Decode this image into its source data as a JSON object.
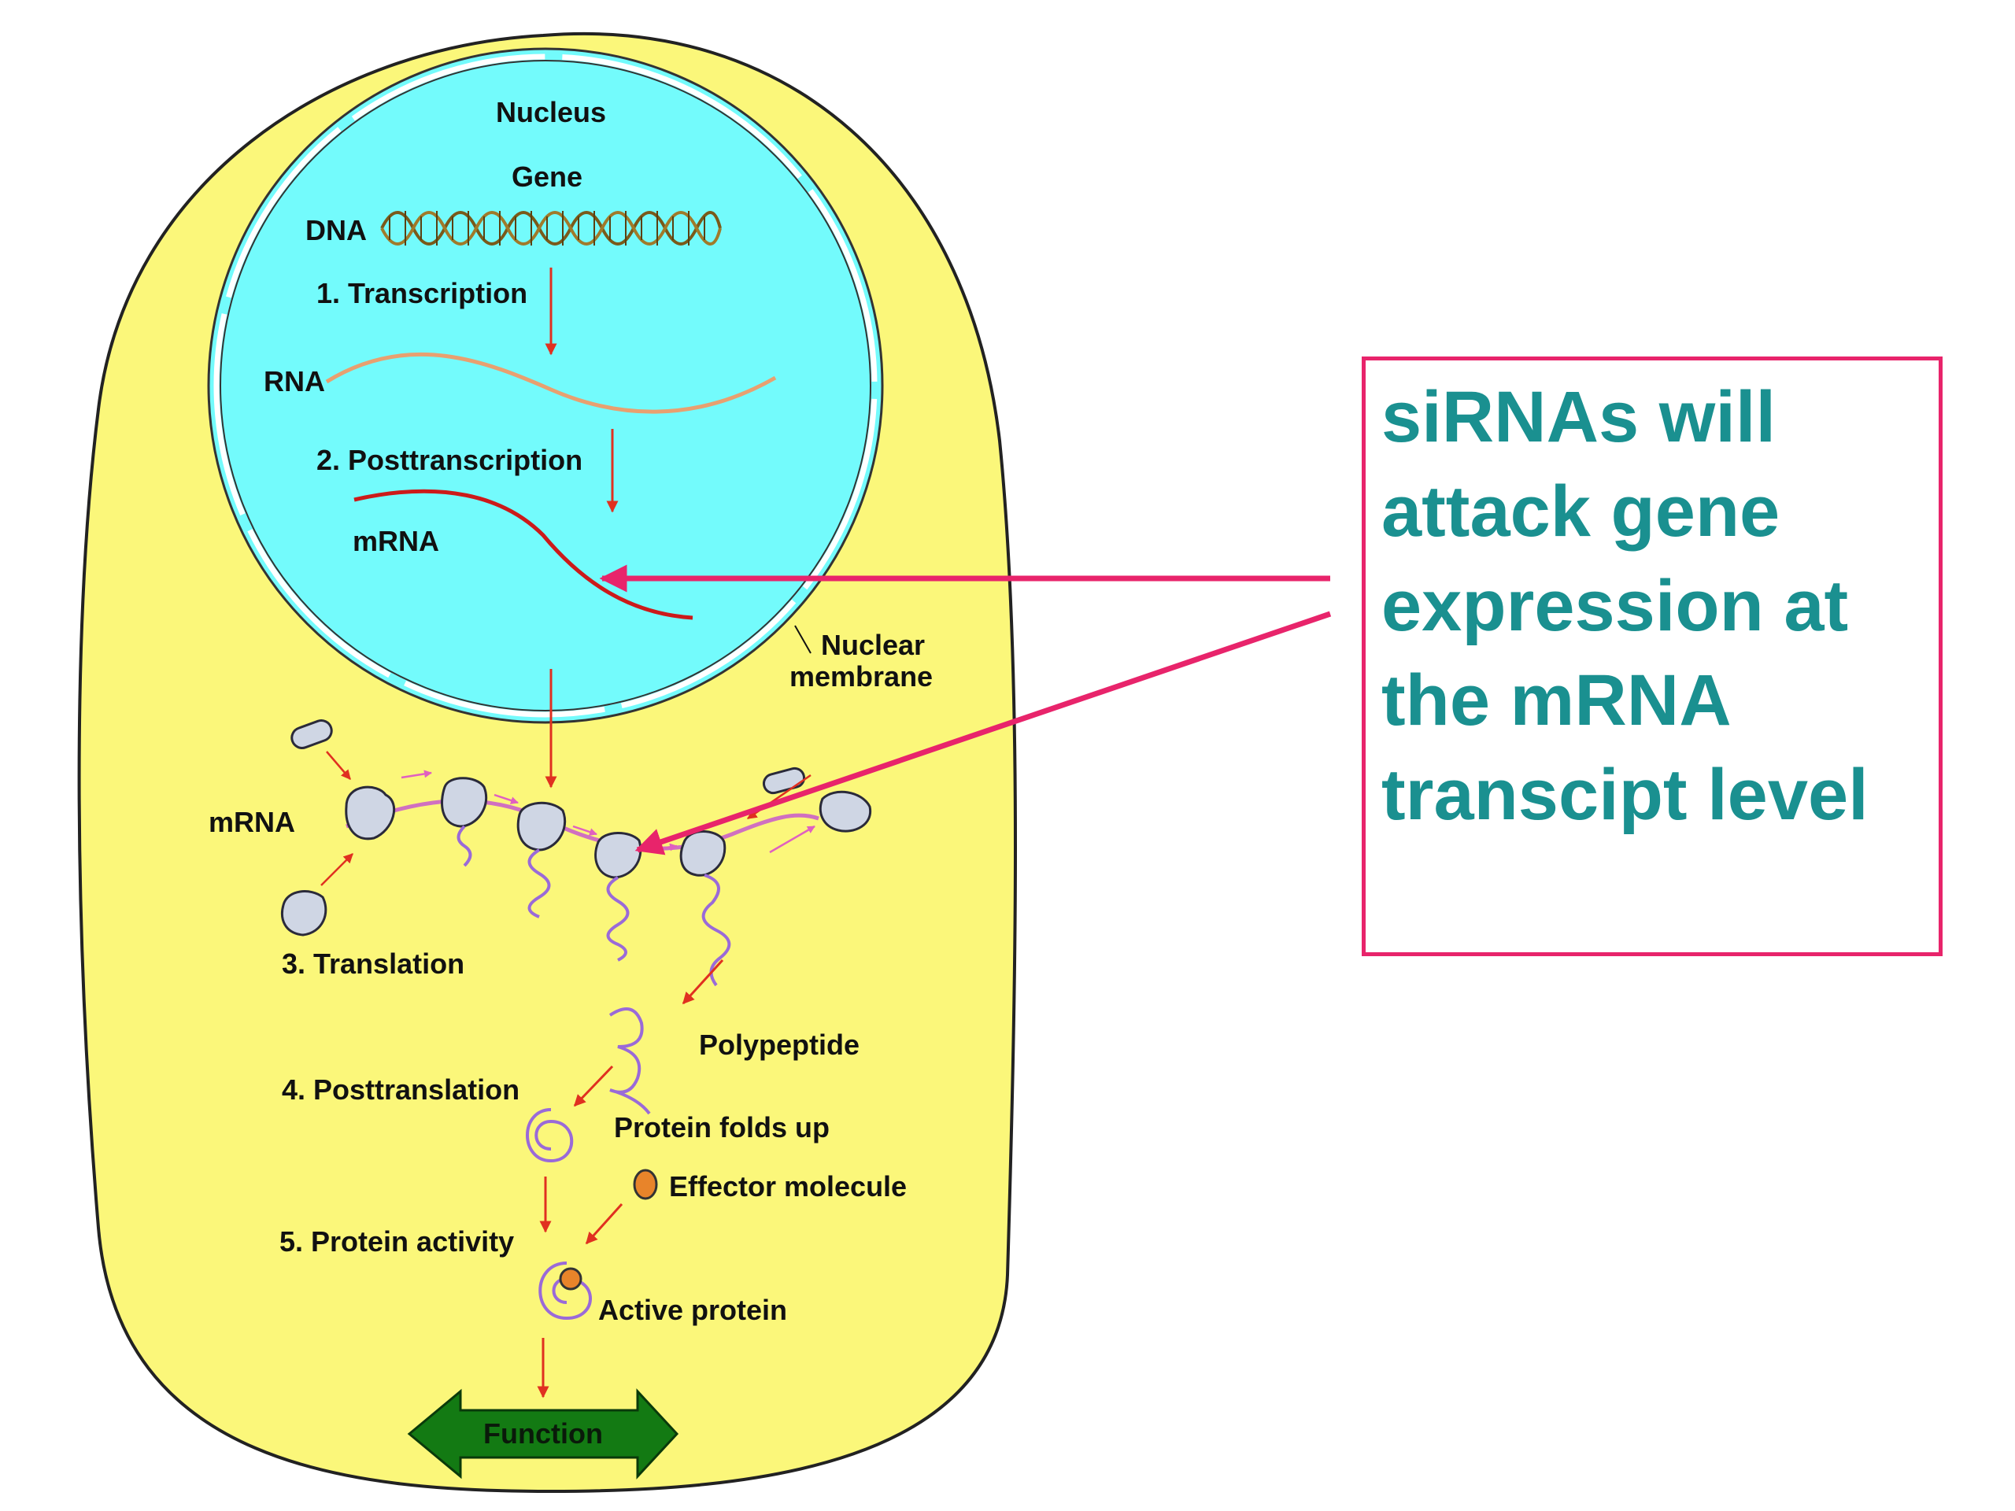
{
  "labels": {
    "nucleus": "Nucleus",
    "gene": "Gene",
    "dna": "DNA",
    "transcription": "1. Transcription",
    "rna": "RNA",
    "posttranscription": "2. Posttranscription",
    "mrna_nucleus": "mRNA",
    "nuclear_membrane_1": "Nuclear",
    "nuclear_membrane_2": "membrane",
    "mrna_cytoplasm": "mRNA",
    "translation": "3. Translation",
    "polypeptide": "Polypeptide",
    "posttranslation": "4. Posttranslation",
    "protein_folds": "Protein folds up",
    "effector": "Effector molecule",
    "protein_activity": "5. Protein activity",
    "active_protein": "Active protein",
    "function": "Function"
  },
  "callout": {
    "lines": [
      "siRNAs will",
      "attack gene",
      "expression at",
      "the mRNA",
      "transcipt level"
    ]
  },
  "colors": {
    "cytoplasm": "#fbf77a",
    "nucleus": "#73fbfc",
    "callout_text": "#1a9090",
    "callout_border": "#e8246b",
    "pointer_arrow": "#e8246b",
    "flow_arrow": "#e03020",
    "mrna_strand": "#cc1a1a",
    "polypeptide": "#9a6ad8",
    "function_arrow": "#137a13"
  }
}
